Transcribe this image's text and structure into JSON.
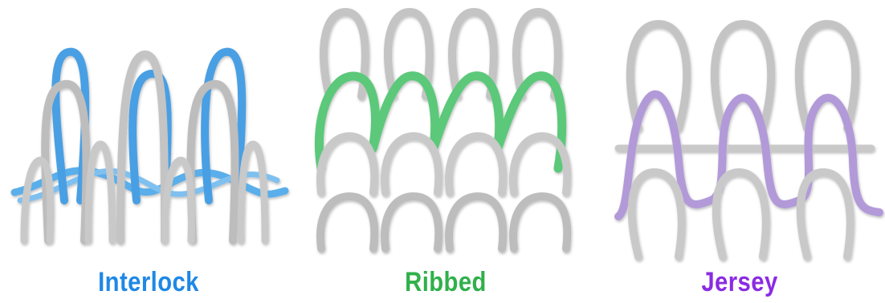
{
  "knits": [
    {
      "label": "Interlock",
      "color": "#1e88e5",
      "yarn_accent": "#5aaeea"
    },
    {
      "label": "Ribbed",
      "color": "#2fb04a",
      "yarn_accent": "#6fd08a"
    },
    {
      "label": "Jersey",
      "color": "#8a2be2",
      "yarn_accent": "#b29ad8"
    }
  ],
  "yarn_base": "#c9c9c9"
}
